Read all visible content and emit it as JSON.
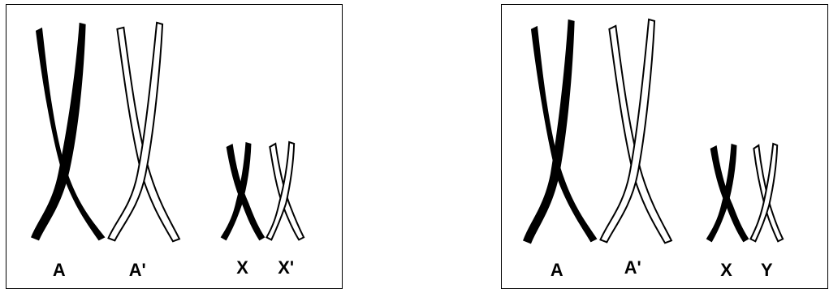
{
  "colors": {
    "dark_chromosome": "#000000",
    "light_chromosome_fill": "#ffffff",
    "outline": "#000000",
    "background": "#ffffff"
  },
  "panels": [
    {
      "labels": [
        "A",
        "A'",
        "X",
        "X'"
      ]
    },
    {
      "labels": [
        "A",
        "A'",
        "X",
        "Y"
      ]
    }
  ]
}
